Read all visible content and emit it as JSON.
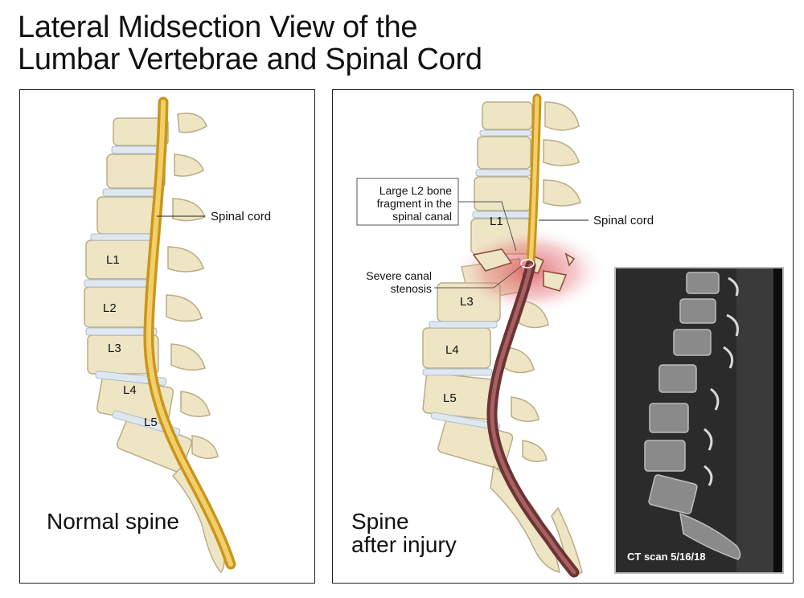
{
  "title": {
    "line1": "Lateral Midsection View of the",
    "line2": "Lumbar Vertebrae and Spinal Cord"
  },
  "normal_panel": {
    "caption": "Normal spine",
    "cord_label": "Spinal cord",
    "vertebra_labels": [
      "L1",
      "L2",
      "L3",
      "L4",
      "L5"
    ]
  },
  "injury_panel": {
    "caption_line1": "Spine",
    "caption_line2": "after injury",
    "cord_label": "Spinal cord",
    "fragment_label": [
      "Large L2 bone",
      "fragment in the",
      "spinal canal"
    ],
    "stenosis_label": [
      "Severe canal",
      "stenosis"
    ],
    "vertebra_labels": [
      "L1",
      "L3",
      "L4",
      "L5"
    ],
    "ct_label": "CT scan 5/16/18"
  },
  "colors": {
    "bone": "#eee5c4",
    "bone_outline": "#b9ad86",
    "disc": "#dfe8f0",
    "cord": "#e7b93a",
    "injured_cord": "#7a3c3c",
    "injury_glow": "#d9404a"
  }
}
